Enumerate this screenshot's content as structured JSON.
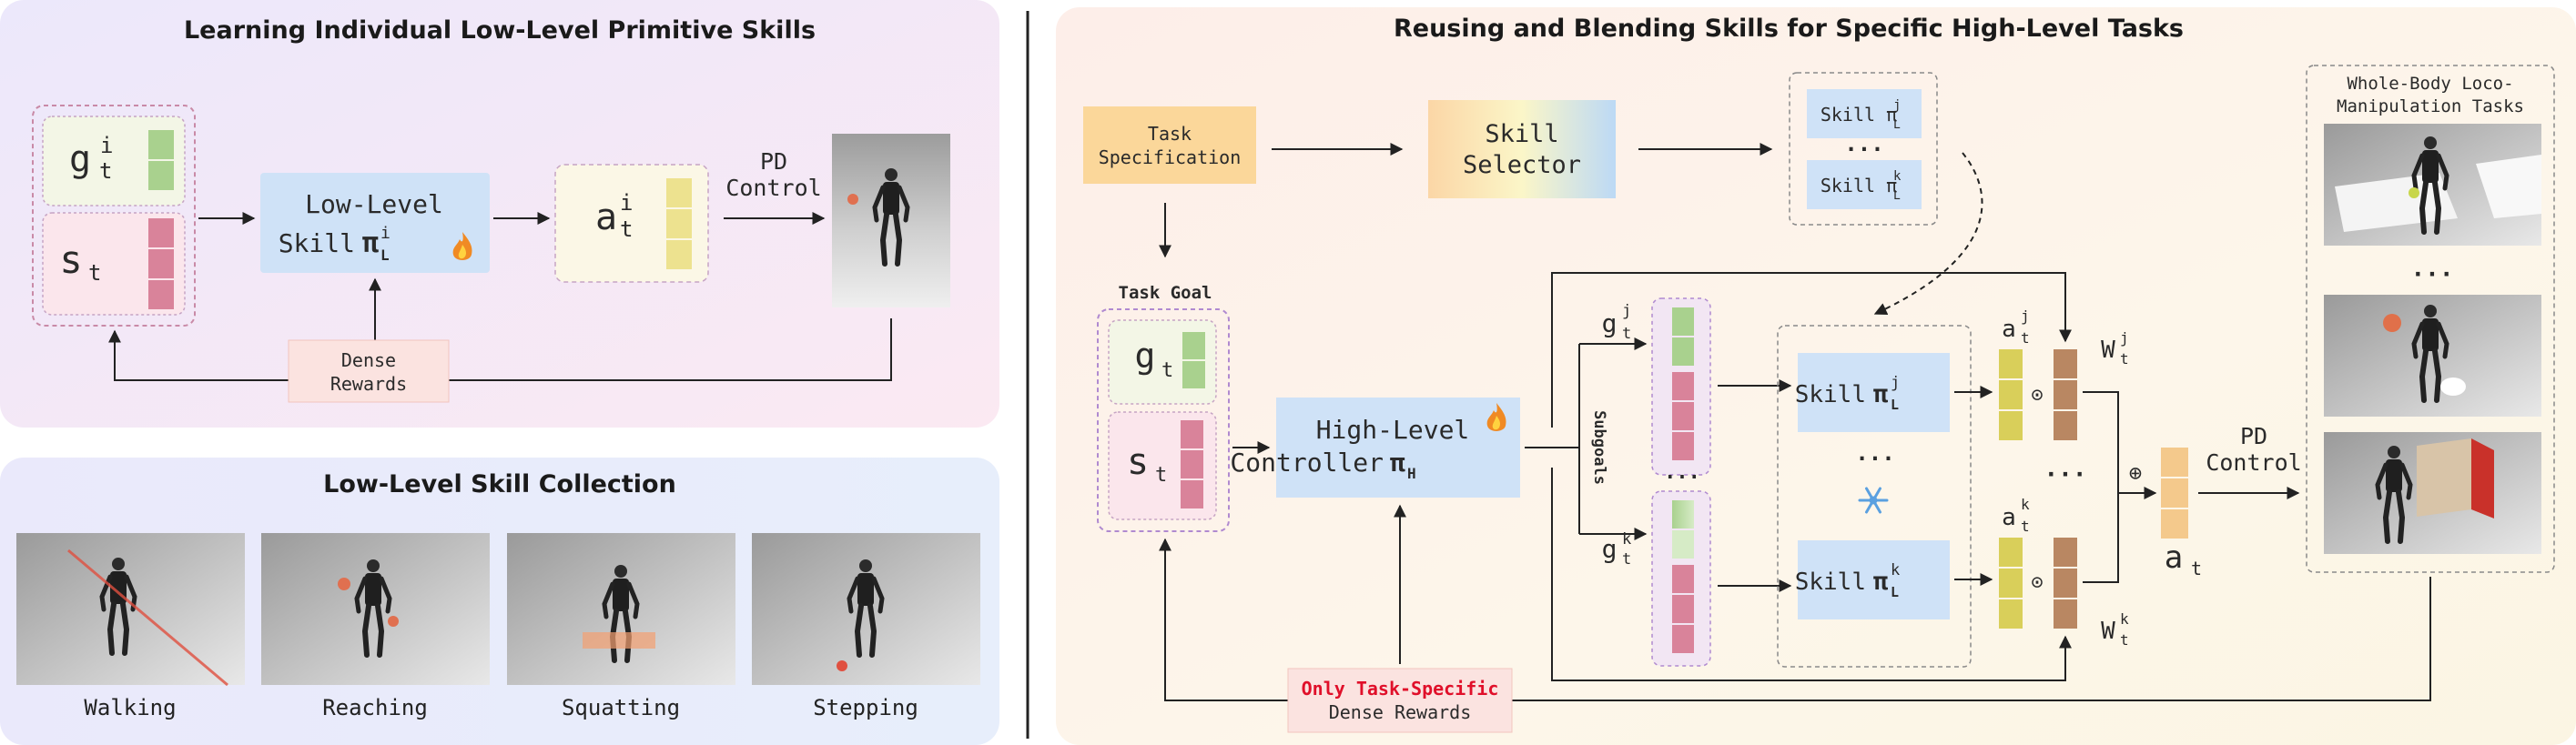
{
  "left_top": {
    "title": "Learning Individual Low-Level Primitive Skills",
    "goal_symbol": "g",
    "goal_sup": "i",
    "goal_sub": "t",
    "state_symbol": "s",
    "state_sub": "t",
    "policy_line1": "Low-Level",
    "policy_line2": "Skill",
    "policy_pi": "π",
    "policy_pi_sup": "i",
    "policy_pi_sub": "L",
    "action_symbol": "a",
    "action_sup": "i",
    "action_sub": "t",
    "pd_line1": "PD",
    "pd_line2": "Control",
    "rewards_line1": "Dense",
    "rewards_line2": "Rewards",
    "trainable_icon": "fire-icon"
  },
  "left_bottom": {
    "title": "Low-Level Skill Collection",
    "skills": [
      "Walking",
      "Reaching",
      "Squatting",
      "Stepping"
    ]
  },
  "right": {
    "title": "Reusing and Blending Skills for Specific High-Level Tasks",
    "task_spec_line1": "Task",
    "task_spec_line2": "Specification",
    "selector_line1": "Skill",
    "selector_line2": "Selector",
    "selected_skill_j": "Skill π",
    "selected_skill_j_sup": "j",
    "selected_skill_j_sub": "L",
    "selected_dots": "···",
    "selected_skill_k": "Skill π",
    "selected_skill_k_sup": "k",
    "selected_skill_k_sub": "L",
    "task_goal_label": "Task Goal",
    "goal_symbol": "g",
    "goal_sub": "t",
    "state_symbol": "s",
    "state_sub": "t",
    "controller_line1": "High-Level",
    "controller_line2": "Controller",
    "controller_pi": "π",
    "controller_pi_sub": "H",
    "subgoals_label": "Subgoals",
    "subgoal_j": "g",
    "subgoal_j_sup": "j",
    "subgoal_j_sub": "t",
    "subgoal_k": "g",
    "subgoal_k_sup": "k",
    "subgoal_k_sub": "t",
    "skill_j_text": "Skill",
    "skill_j_pi": "π",
    "skill_j_sup": "j",
    "skill_j_sub": "L",
    "skill_k_text": "Skill",
    "skill_k_pi": "π",
    "skill_k_sup": "k",
    "skill_k_sub": "L",
    "skills_dots": "···",
    "frozen_icon": "snowflake-icon",
    "action_j": "a",
    "action_j_sup": "j",
    "action_j_sub": "t",
    "action_k": "a",
    "action_k_sup": "k",
    "action_k_sub": "t",
    "mid_dots": "···",
    "weight_j": "W",
    "weight_j_sup": "j",
    "weight_j_sub": "t",
    "weight_k": "W",
    "weight_k_sup": "k",
    "weight_k_sub": "t",
    "odot": "⊙",
    "oplus": "⊕",
    "final_action": "a",
    "final_action_sub": "t",
    "pd_line1": "PD",
    "pd_line2": "Control",
    "rewards_line1": "Only Task-Specific",
    "rewards_line2": "Dense Rewards",
    "tasks_title_line1": "Whole-Body Loco-",
    "tasks_title_line2": "Manipulation Tasks",
    "tasks_dots": "···"
  },
  "colors": {
    "policy_blue": "#cfe2f7",
    "goal_green": "#a9d18e",
    "state_pink": "#d9839a",
    "action_yellow": "#ede28f",
    "reward_pink": "#fbe3e0",
    "task_orange": "#fbd79a",
    "weight_brown": "#b98762",
    "final_orange": "#f4c98c",
    "highlight_red": "#e0102a"
  }
}
